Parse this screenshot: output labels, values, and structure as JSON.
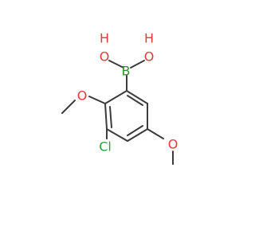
{
  "molecule": {
    "atoms": {
      "boron": {
        "label": "B",
        "color": "#2f8f2f"
      },
      "hydroxyl_left_h": {
        "label": "H",
        "color": "#e53935"
      },
      "hydroxyl_left_o": {
        "label": "O",
        "color": "#e53935"
      },
      "hydroxyl_right_h": {
        "label": "H",
        "color": "#e53935"
      },
      "hydroxyl_right_o": {
        "label": "O",
        "color": "#e53935"
      },
      "methoxy_ortho_o": {
        "label": "O",
        "color": "#e53935"
      },
      "methoxy_para_o": {
        "label": "O",
        "color": "#e53935"
      },
      "chlorine": {
        "label": "Cl",
        "color": "#2e9e3c"
      }
    },
    "bond_color": "#3b3b3b"
  }
}
